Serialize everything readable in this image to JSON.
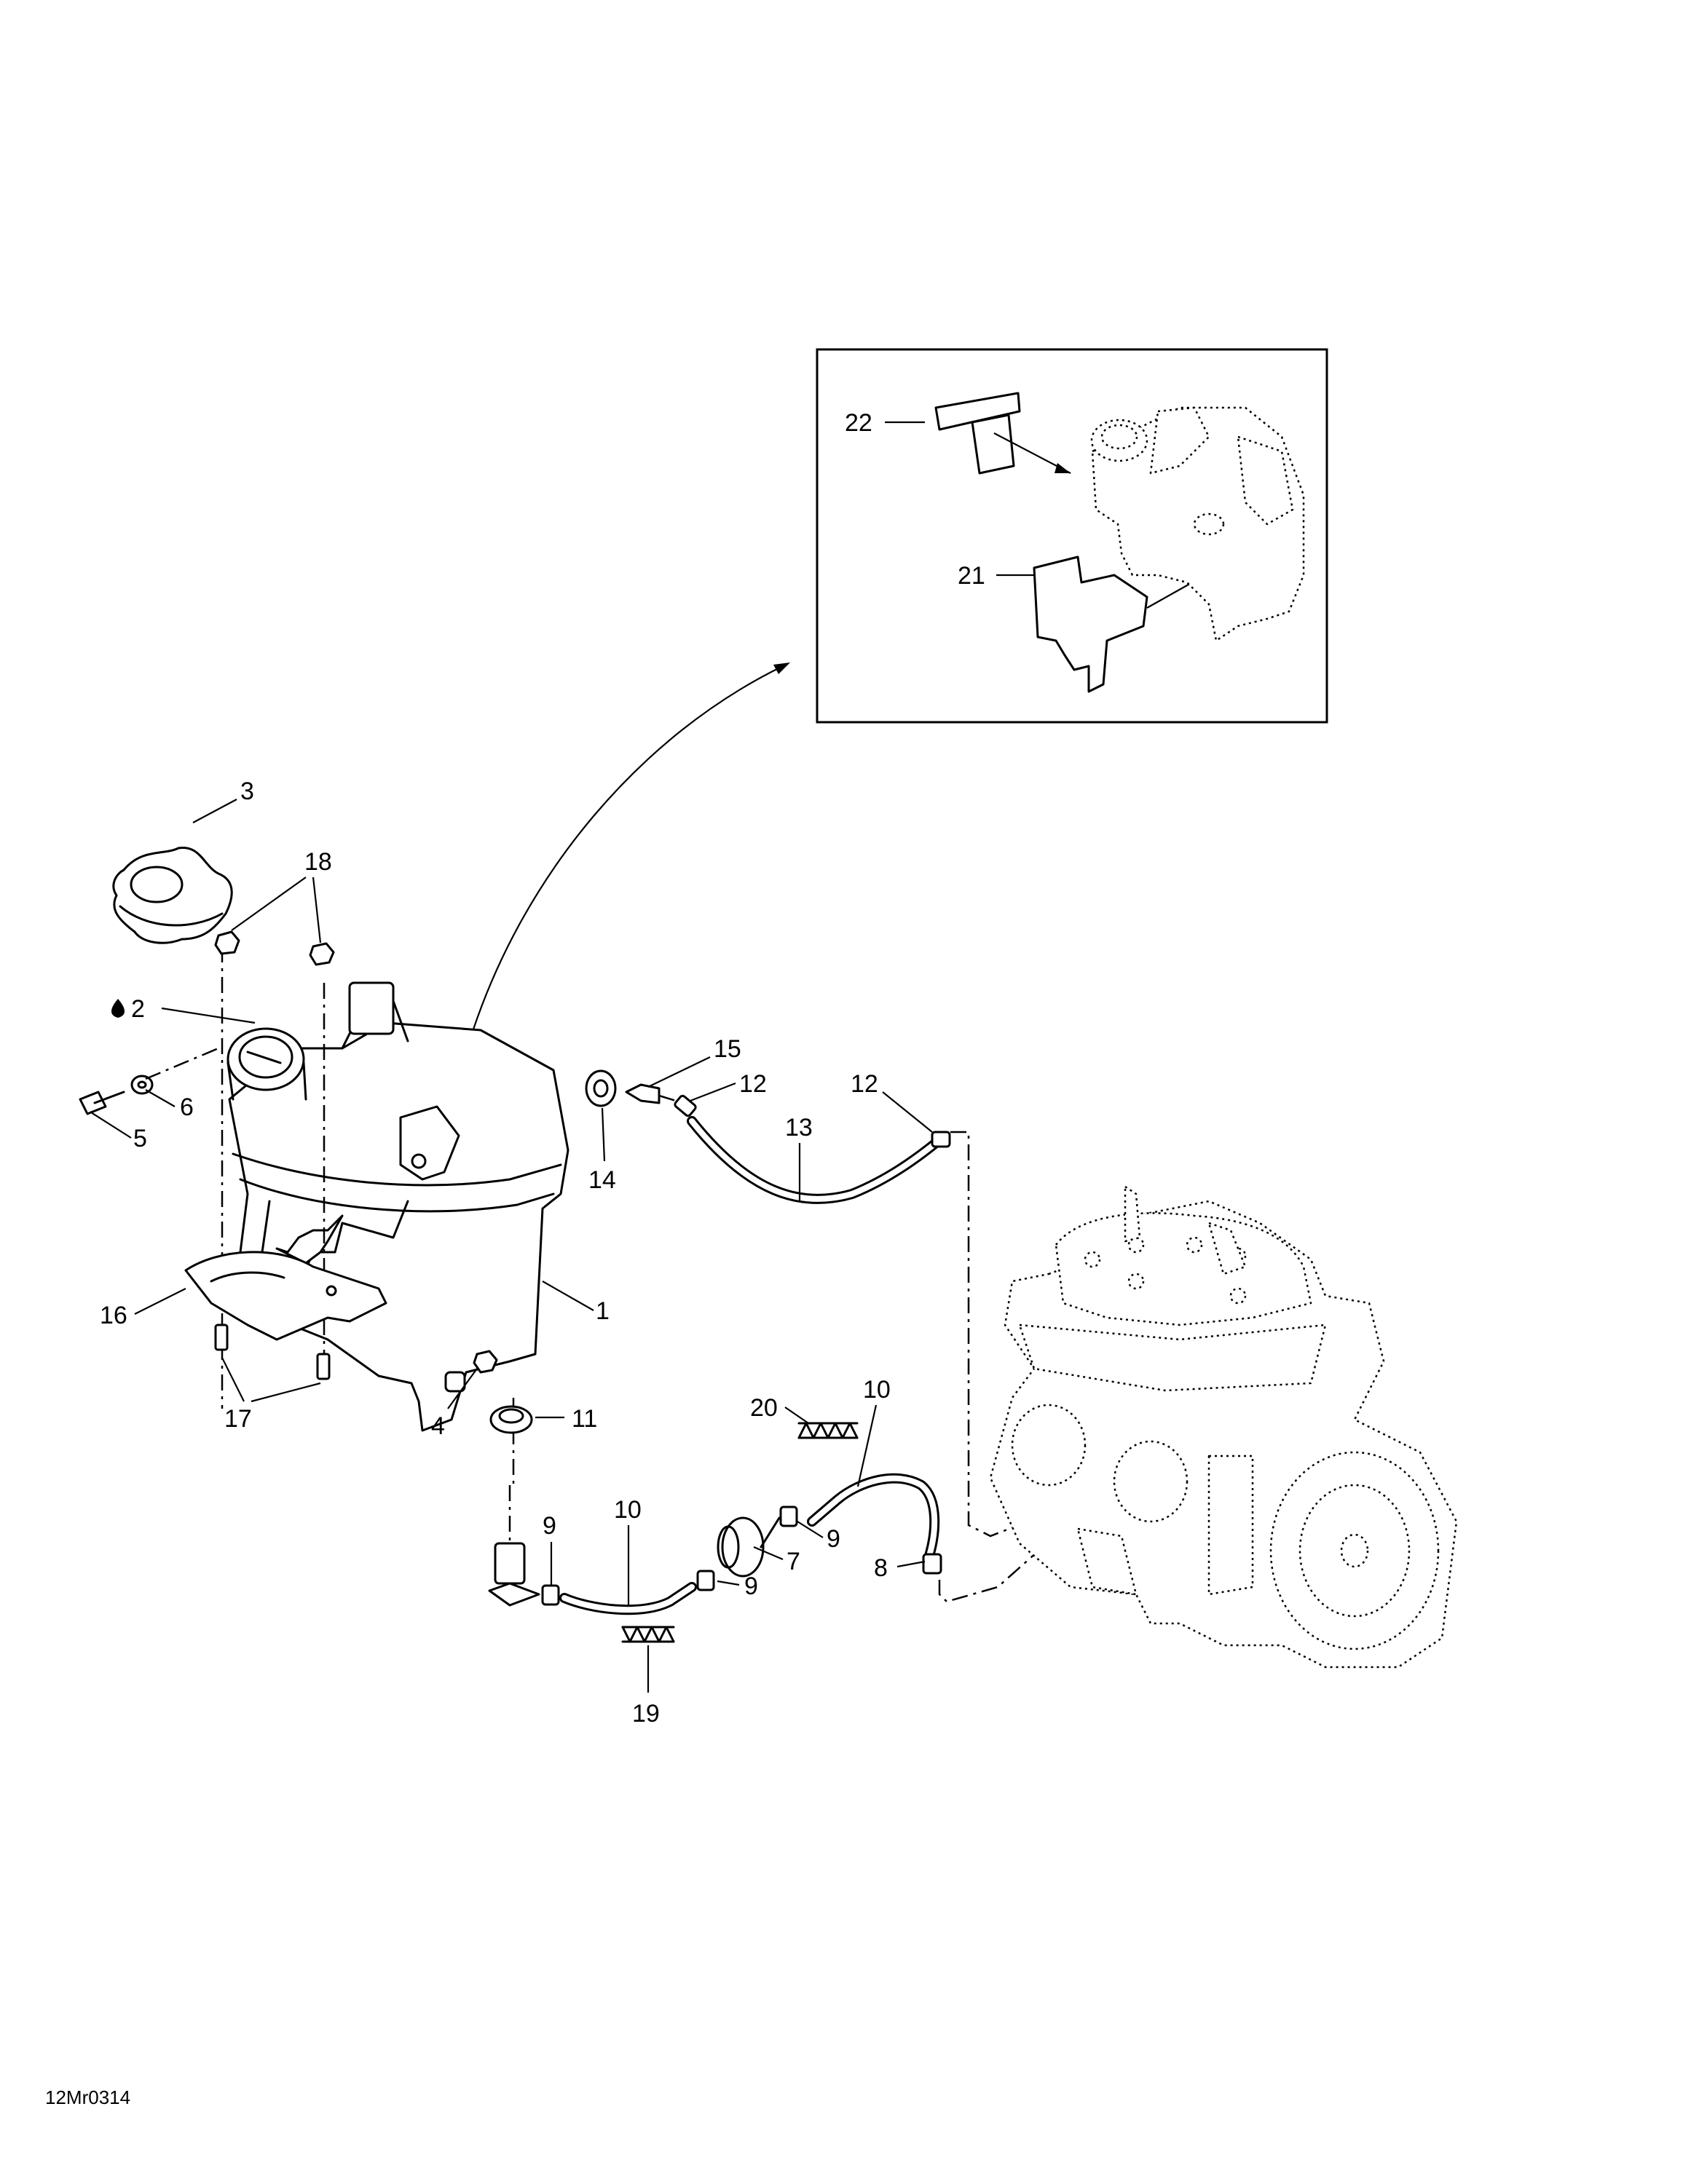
{
  "diagram": {
    "reference_code": "12Mr0314",
    "callouts": [
      {
        "id": "c1",
        "label": "1"
      },
      {
        "id": "c2",
        "label": "2"
      },
      {
        "id": "c3",
        "label": "3"
      },
      {
        "id": "c4",
        "label": "4"
      },
      {
        "id": "c5",
        "label": "5"
      },
      {
        "id": "c6",
        "label": "6"
      },
      {
        "id": "c7",
        "label": "7"
      },
      {
        "id": "c8",
        "label": "8"
      },
      {
        "id": "c9a",
        "label": "9"
      },
      {
        "id": "c9b",
        "label": "9"
      },
      {
        "id": "c9c",
        "label": "9"
      },
      {
        "id": "c10a",
        "label": "10"
      },
      {
        "id": "c10b",
        "label": "10"
      },
      {
        "id": "c11",
        "label": "11"
      },
      {
        "id": "c12a",
        "label": "12"
      },
      {
        "id": "c12b",
        "label": "12"
      },
      {
        "id": "c13",
        "label": "13"
      },
      {
        "id": "c14",
        "label": "14"
      },
      {
        "id": "c15",
        "label": "15"
      },
      {
        "id": "c16",
        "label": "16"
      },
      {
        "id": "c17",
        "label": "17"
      },
      {
        "id": "c18",
        "label": "18"
      },
      {
        "id": "c19",
        "label": "19"
      },
      {
        "id": "c20",
        "label": "20"
      },
      {
        "id": "c21",
        "label": "21"
      },
      {
        "id": "c22",
        "label": "22"
      }
    ]
  }
}
